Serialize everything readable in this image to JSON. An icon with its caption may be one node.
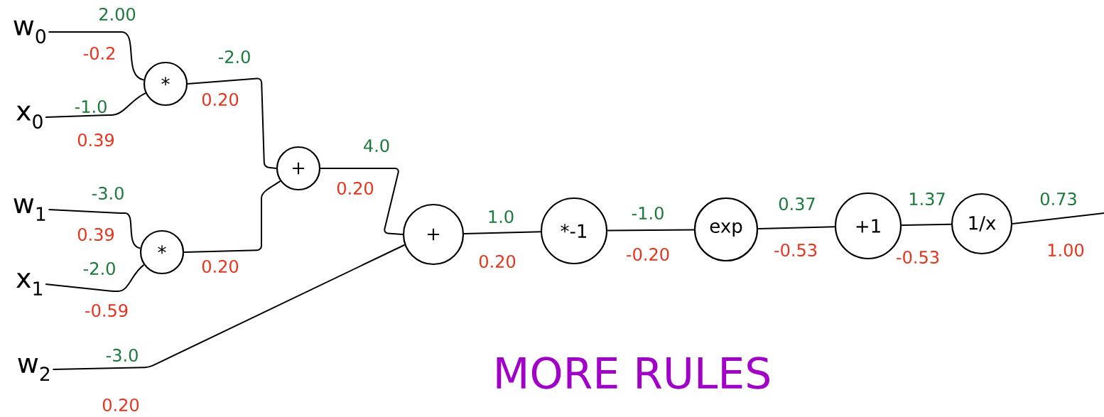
{
  "diagram": {
    "nodes": [
      {
        "text": [
          "w$_{0}$"
        ]
      },
      {
        "text": [
          "x$_{0}$"
        ]
      },
      {
        "text": [
          "w$_{1}$"
        ]
      },
      {
        "text": [
          "x$_{1}$"
        ]
      },
      {
        "text": [
          "w$_{2}$"
        ]
      },
      {
        "text": [
          "*"
        ]
      },
      {
        "text": [
          "*"
        ]
      },
      {
        "text": [
          "+"
        ]
      },
      {
        "text": [
          "+"
        ]
      },
      {
        "text": [
          "*-1"
        ]
      },
      {
        "text": [
          "exp"
        ]
      },
      {
        "text": [
          "+1"
        ]
      },
      {
        "text": [
          "1/x"
        ]
      }
    ],
    "edges": [
      {
        "from": 0,
        "to": 5,
        "arrow": "none",
        "label": "2.00"
      },
      {
        "from": 1,
        "to": 5,
        "arrow": "none",
        "label": "-1.0"
      },
      {
        "from": 2,
        "to": 6,
        "arrow": "none",
        "label": "-3.0"
      },
      {
        "from": 3,
        "to": 6,
        "arrow": "none",
        "label": "-2.0"
      },
      {
        "from": 4,
        "to": 8,
        "arrow": "none",
        "label": "-3.0"
      },
      {
        "from": 5,
        "to": 7,
        "arrow": "none",
        "label": "-2.0"
      },
      {
        "from": 6,
        "to": 7,
        "arrow": "none"
      },
      {
        "from": 7,
        "to": 8,
        "arrow": "none",
        "label": "4.0"
      },
      {
        "from": 8,
        "to": 9,
        "arrow": "none",
        "label": "1.0"
      },
      {
        "from": 9,
        "to": 10,
        "arrow": "none",
        "label": "-1.0"
      },
      {
        "from": 10,
        "to": 11,
        "arrow": "none",
        "label": "0.37"
      },
      {
        "from": 11,
        "to": 12,
        "arrow": "none",
        "label": "1.37"
      },
      {
        "from": 12,
        "to": null,
        "arrow": "none",
        "label": "0.73"
      }
    ],
    "labels": [
      "-0.2",
      "0.39",
      "0.39",
      "-0.59",
      "0.20",
      "0.20",
      "0.20",
      "0.20",
      "0.20",
      "-0.20",
      "-0.53",
      "-0.53",
      "1.00",
      "MORE RULES"
    ]
  }
}
